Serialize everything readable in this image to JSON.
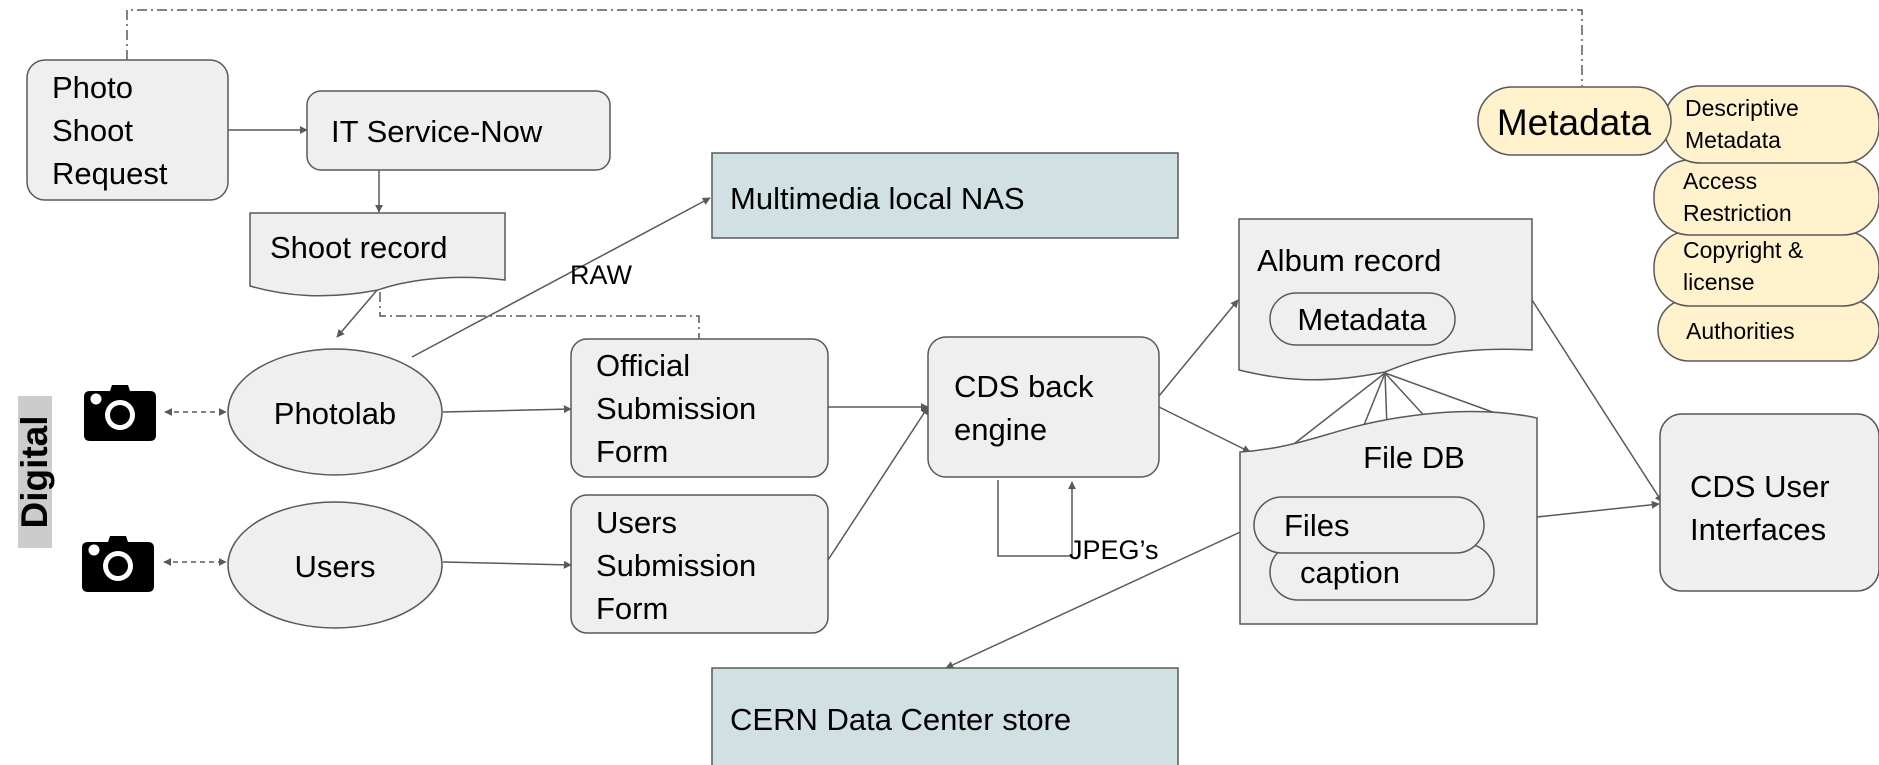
{
  "side_label": "Digital",
  "nodes": {
    "photo_shoot_request": [
      "Photo",
      "Shoot",
      "Request"
    ],
    "it_service_now": "IT Service-Now",
    "shoot_record": "Shoot record",
    "multimedia_nas": "Multimedia local NAS",
    "photolab": "Photolab",
    "users": "Users",
    "official_form": [
      "Official",
      "Submission",
      "Form"
    ],
    "users_form": [
      "Users",
      "Submission",
      "Form"
    ],
    "cds_back_engine": [
      "CDS back",
      "engine"
    ],
    "album_record": "Album record",
    "album_metadata": "Metadata",
    "file_db": "File DB",
    "files": "Files",
    "caption": "caption",
    "cds_user_interfaces": [
      "CDS User",
      "Interfaces"
    ],
    "cern_store": "CERN Data Center store",
    "metadata_main": "Metadata",
    "meta_descriptive": [
      "Descriptive",
      "Metadata"
    ],
    "meta_access": [
      "Access",
      "Restriction"
    ],
    "meta_copyright": [
      "Copyright  &",
      "license"
    ],
    "meta_authorities": "Authorities"
  },
  "edge_labels": {
    "raw": "RAW",
    "jpegs": "JPEG’s"
  },
  "icons": [
    "camera-icon",
    "camera-icon"
  ],
  "colors": {
    "box_fill": "#efefef",
    "box_stroke": "#595959",
    "storage_fill": "#d0e0e3",
    "metadata_fill": "#fff2cc",
    "line": "#595959",
    "text": "#000000"
  }
}
